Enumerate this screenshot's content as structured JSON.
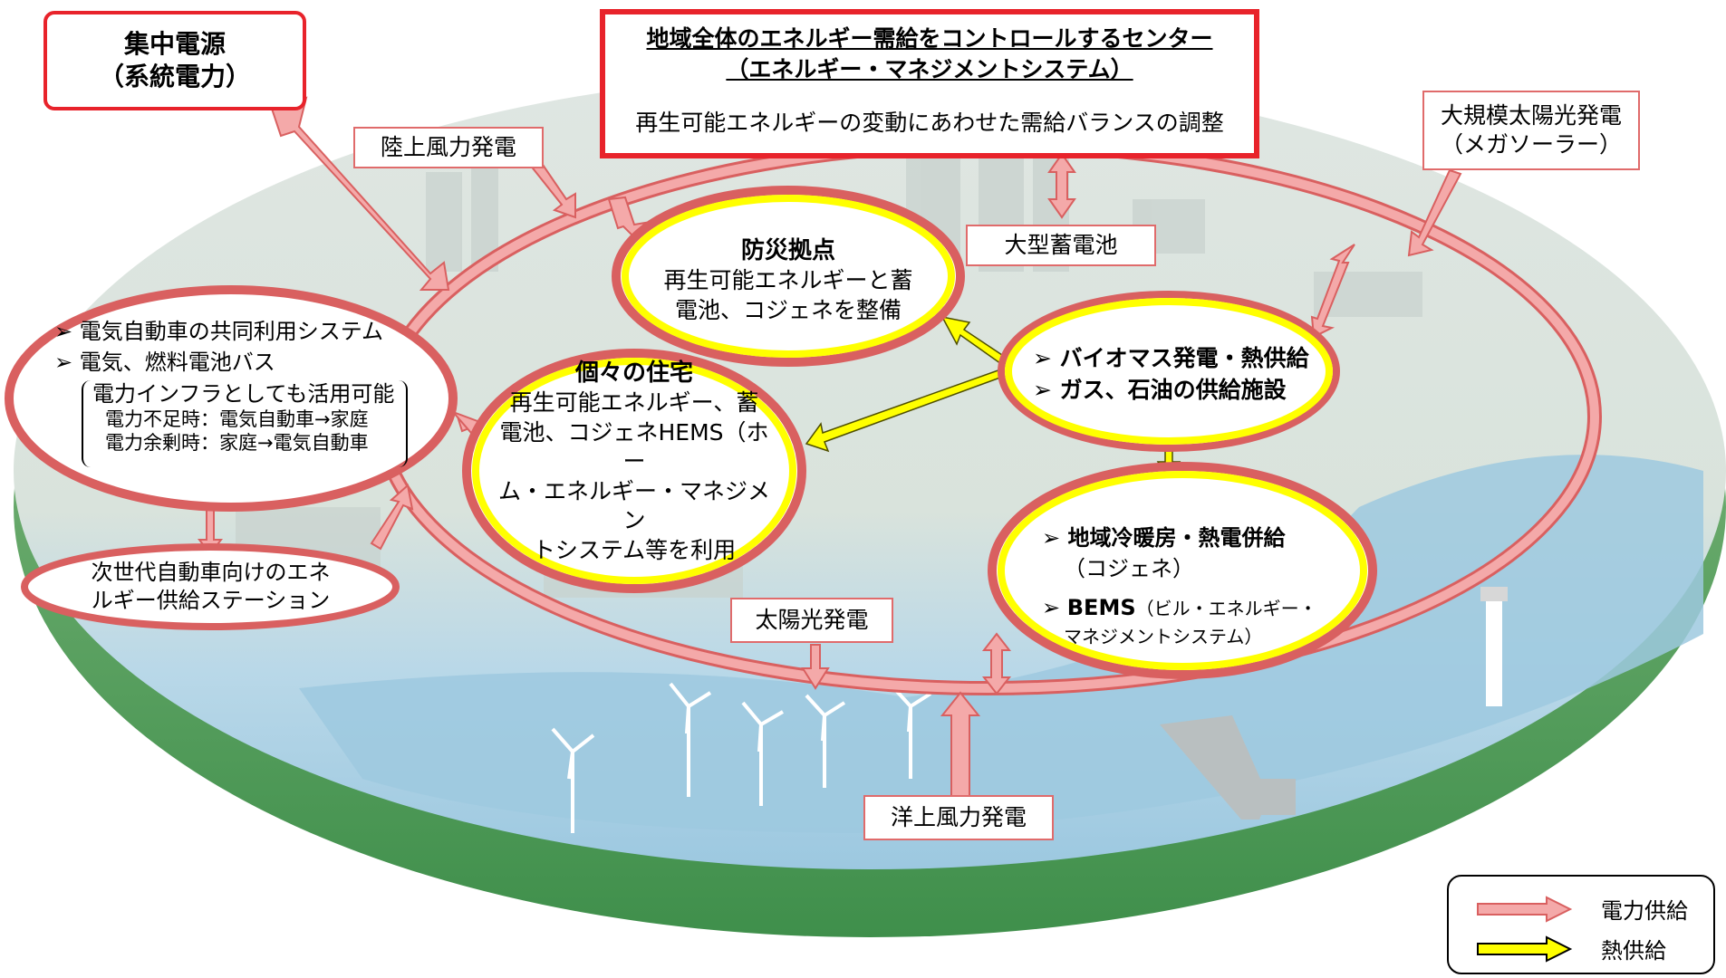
{
  "title_box": {
    "line1": "地域全体のエネルギー需給をコントロールするセンター",
    "line2": "（エネルギー・マネジメントシステム）",
    "desc": "再生可能エネルギーの変動にあわせた需給バランスの調整"
  },
  "central_power": {
    "line1": "集中電源",
    "line2": "（系統電力）"
  },
  "labels": {
    "onshore_wind": "陸上風力発電",
    "mega_solar_1": "大規模太陽光発電",
    "mega_solar_2": "（メガソーラー）",
    "large_battery": "大型蓄電池",
    "solar": "太陽光発電",
    "offshore_wind": "洋上風力発電",
    "station_1": "次世代自動車向けのエネ",
    "station_2": "ルギー供給ステーション"
  },
  "ev_node": {
    "item1": "電気自動車の共同利用システム",
    "item2": "電気、燃料電池バス",
    "note_title": "電力インフラとしても活用可能",
    "note_line1": "電力不足時：電気自動車→家庭",
    "note_line2": "電力余剰時：家庭→電気自動車",
    "bullet": "➢"
  },
  "disaster_hub": {
    "heading": "防災拠点",
    "line1": "再生可能エネルギーと蓄",
    "line2": "電池、コジェネを整備"
  },
  "homes_hub": {
    "heading": "個々の住宅",
    "line1": "再生可能エネルギー、蓄",
    "line2": "電池、コジェネHEMS（ホー",
    "line3": "ム・エネルギー・マネジメン",
    "line4": "トシステム等を利用"
  },
  "biomass_hub": {
    "item1": "バイオマス発電・熱供給",
    "item2": "ガス、石油の供給施設",
    "bullet": "➢"
  },
  "district_hub": {
    "item1": "地域冷暖房・熱電併給",
    "item1_sub": "（コジェネ）",
    "item2_bold": "BEMS",
    "item2_rest": "（ビル・エネルギー・",
    "item2_sub": "マネジメントシステム）",
    "bullet": "➢"
  },
  "legend": {
    "power": "電力供給",
    "heat": "熱供給",
    "power_color": "#f4a9a9",
    "heat_color": "#ffff00"
  },
  "colors": {
    "ring": "#f4a9a9",
    "ring_border": "#d96060",
    "center_border": "#e8232b",
    "heat_fill": "#ffff00"
  }
}
